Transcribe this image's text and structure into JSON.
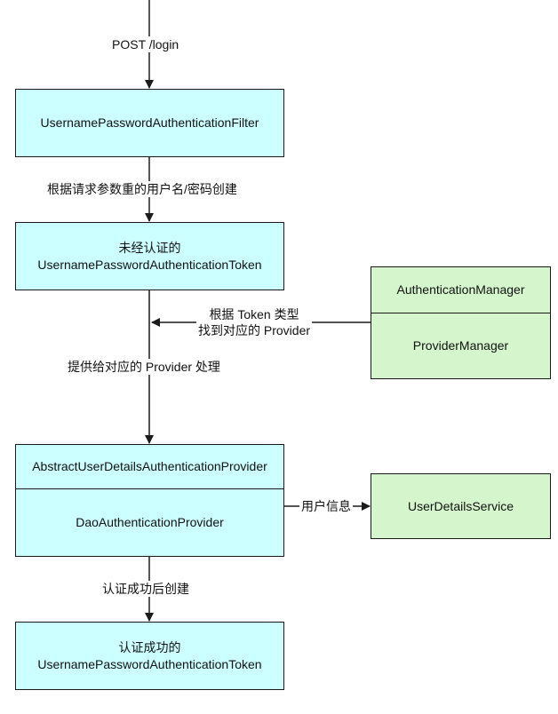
{
  "nodes": {
    "filter": "UsernamePasswordAuthenticationFilter",
    "token_unauth": {
      "line1": "未经认证的",
      "line2": "UsernamePasswordAuthenticationToken"
    },
    "auth_manager": {
      "top": "AuthenticationManager",
      "bottom": "ProviderManager"
    },
    "provider": {
      "top": "AbstractUserDetailsAuthenticationProvider",
      "bottom": "DaoAuthenticationProvider"
    },
    "user_details_service": "UserDetailsService",
    "token_auth": {
      "line1": "认证成功的",
      "line2": "UsernamePasswordAuthenticationToken"
    }
  },
  "edges": {
    "post_login": "POST /login",
    "create_from_request": "根据请求参数重的用户名/密码创建",
    "find_provider": {
      "line1": "根据 Token 类型",
      "line2": "找到对应的 Provider"
    },
    "hand_to_provider": "提供给对应的 Provider 处理",
    "user_info": "用户信息",
    "create_after_success": "认证成功后创建"
  },
  "colors": {
    "token_box": "#ccffff",
    "manager_box": "#d5f5cd",
    "stroke": "#1a1a1a"
  }
}
